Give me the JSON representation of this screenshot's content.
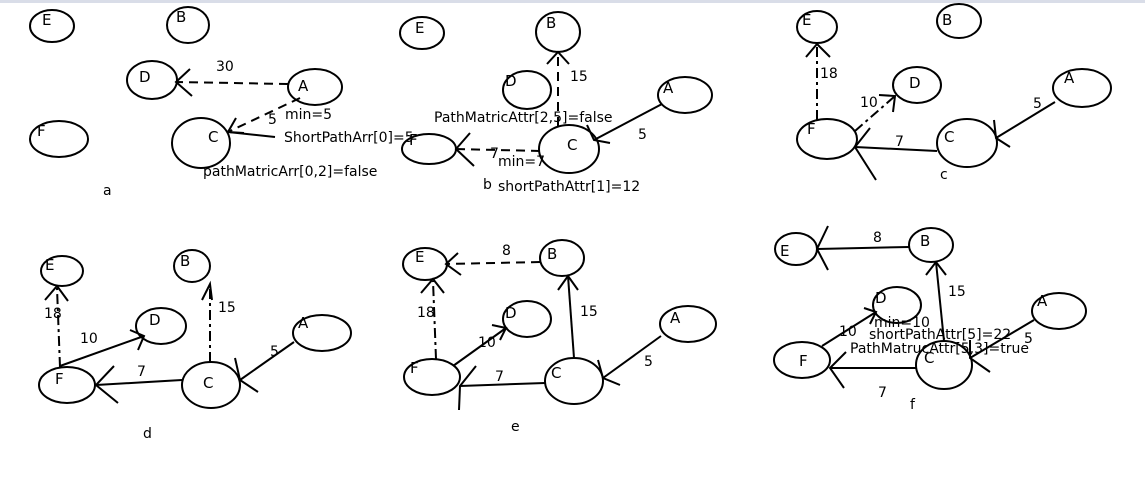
{
  "panels": {
    "a": {
      "caption": "a",
      "nodes": {
        "E": "E",
        "B": "B",
        "D": "D",
        "A": "A",
        "C": "C",
        "F": "F"
      },
      "weights": {
        "AD": "30",
        "AC": "5"
      },
      "notes": {
        "min": "min=5",
        "short": "ShortPathArr[0]=5",
        "matric": "pathMatricArr[0,2]=false"
      }
    },
    "b": {
      "caption": "b",
      "nodes": {
        "E": "E",
        "B": "B",
        "D": "D",
        "A": "A",
        "C": "C",
        "F": "F"
      },
      "weights": {
        "CB": "15",
        "AC": "5",
        "CF": "7"
      },
      "notes": {
        "matric": "PathMatricAttr[2,5]=false",
        "min": "min=7",
        "short": "shortPathAttr[1]=12"
      }
    },
    "c": {
      "caption": "c",
      "nodes": {
        "E": "E",
        "B": "B",
        "D": "D",
        "A": "A",
        "C": "C",
        "F": "F"
      },
      "weights": {
        "FE": "18",
        "FD": "10",
        "AC": "5",
        "CF": "7"
      }
    },
    "d": {
      "caption": "d",
      "nodes": {
        "E": "E",
        "B": "B",
        "D": "D",
        "A": "A",
        "C": "C",
        "F": "F"
      },
      "weights": {
        "FE": "18",
        "CB": "15",
        "FD": "10",
        "AC": "5",
        "CF": "7"
      }
    },
    "e": {
      "caption": "e",
      "nodes": {
        "E": "E",
        "B": "B",
        "D": "D",
        "A": "A",
        "C": "C",
        "F": "F"
      },
      "weights": {
        "BE": "8",
        "FE": "18",
        "CB": "15",
        "FD": "10",
        "AC": "5",
        "CF": "7"
      }
    },
    "f": {
      "caption": "f",
      "nodes": {
        "E": "E",
        "B": "B",
        "D": "D",
        "A": "A",
        "C": "C",
        "F": "F"
      },
      "weights": {
        "BE": "8",
        "CB": "15",
        "FD": "10",
        "AC": "5",
        "CF": "7"
      },
      "notes": {
        "min": "min=10",
        "short": "shortPathAttr[5]=22",
        "matric": "PathMatrucAttr[5,3]=true"
      }
    }
  }
}
